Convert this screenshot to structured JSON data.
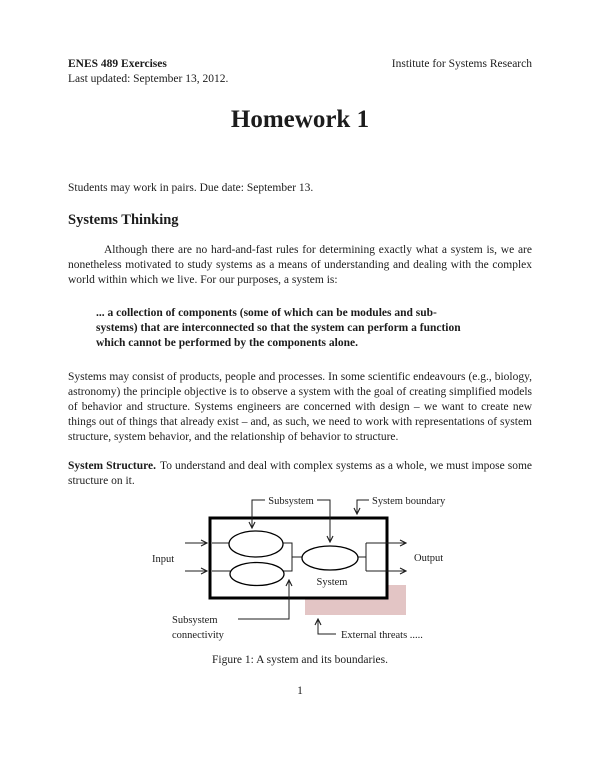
{
  "header": {
    "course": "ENES 489 Exercises",
    "updated": "Last updated: September 13, 2012.",
    "institute": "Institute for Systems Research"
  },
  "title": "Homework 1",
  "intro_note": "Students may work in pairs. Due date: September 13.",
  "sections": {
    "thinking": {
      "heading": "Systems Thinking",
      "para1": "Although there are no hard-and-fast rules for determining exactly what a system is, we are nonetheless motivated to study systems as a means of understanding and dealing with the complex world within which we live. For our purposes, a system is:",
      "quote_lines": [
        "...  a collection of components (some of which can be modules and sub-",
        "systems) that are interconnected so that the system can perform a function",
        "which cannot be performed by the components alone."
      ],
      "para2": "Systems may consist of products, people and processes. In some scientific endeavours (e.g., biology, astronomy) the principle objective is to observe a system with the goal of creating simplified models of behavior and structure. Systems engineers are concerned with design – we want to create new things out of things that already exist – and, as such, we need to work with representations of system structure, system behavior, and the relationship of behavior to structure.",
      "structure_lead": "System Structure.",
      "structure_text": "To understand and deal with complex systems as a whole, we must impose some structure on it."
    }
  },
  "figure": {
    "labels": {
      "subsystem": "Subsystem",
      "system_boundary": "System boundary",
      "input": "Input",
      "output": "Output",
      "system": "System",
      "subsystem_connectivity_1": "Subsystem",
      "subsystem_connectivity_2": "connectivity",
      "external_threats": "External threats ....."
    },
    "caption": "Figure 1: A system and its boundaries.",
    "colors": {
      "threat_zone": "#e3c5c5",
      "line": "#1c1c1c"
    }
  },
  "page_number": "1"
}
